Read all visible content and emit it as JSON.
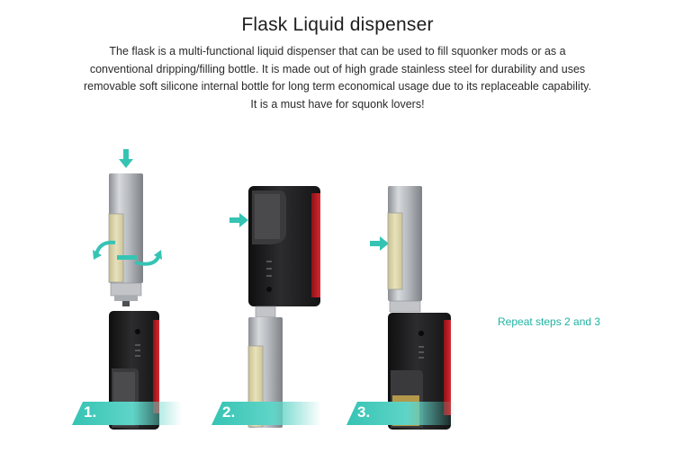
{
  "heading": {
    "title": "Flask Liquid dispenser",
    "description": "The flask is a multi-functional liquid dispenser that can be used to fill squonker mods or as a conventional dripping/filling bottle. It is made out of high grade stainless steel for durability and uses removable soft silicone internal bottle for long term economical usage due to its replaceable capability. It is a must have for squonk lovers!"
  },
  "steps": [
    {
      "label": "1."
    },
    {
      "label": "2."
    },
    {
      "label": "3."
    }
  ],
  "repeat_note": "Repeat steps 2 and 3",
  "colors": {
    "accent": "#35c4b4",
    "mod_body": "#1c1c1c",
    "mod_red": "#c8202a",
    "steel": "#b9bcc0",
    "liquid": "#d9d2a6"
  }
}
